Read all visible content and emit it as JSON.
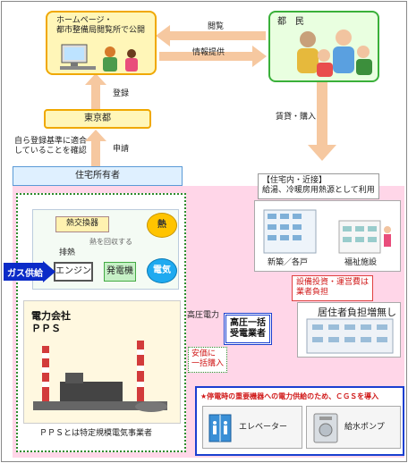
{
  "top": {
    "homepage_label": "ホームページ・\n都市整備局閲覧所で公開",
    "citizens_label": "都　民",
    "browse_label": "閲覧",
    "info_label": "情報提供",
    "register_label": "登録",
    "tokyo_label": "東京都",
    "apply_label": "申請",
    "self_register_note": "自ら登録基準に適合\nしていることを確認",
    "owner_label": "住宅所有者",
    "rent_buy_label": "賃貸・購入"
  },
  "cgs": {
    "heat_exchanger": "熱交換器",
    "heat": "熱",
    "waste_heat": "排熱",
    "heat_recovery_note": "熱を回収する",
    "gas_supply": "ガス供給",
    "engine": "エンジン",
    "generator": "発電機",
    "electricity": "電気",
    "power_company": "電力会社\nＰＰＳ",
    "pps_note": "ＰＰＳとは特定規模電気事業者"
  },
  "right": {
    "residence_note": "【住宅内・近接】\n給湯、冷暖房用熱源として利用",
    "new_building": "新築／各戸",
    "welfare": "福祉施設",
    "hv_power": "高圧電力",
    "bulk_buy": "安価に\n一括購入",
    "bulk_receiver": "高圧一括\n受電業者",
    "investment_note": "設備投資・運営費は\n業者負担",
    "no_burden": "居住者負担増無し",
    "outage_note": "★停電時の重要機器への電力供給のため、ＣＧＳを導入",
    "elevator": "エレベーター",
    "water_pump": "給水ポンプ"
  }
}
